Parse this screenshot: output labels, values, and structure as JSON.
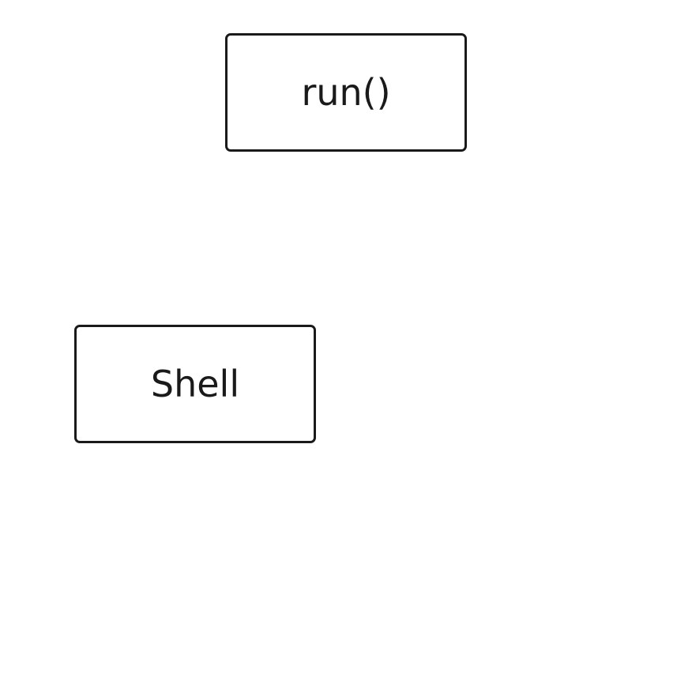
{
  "diagram": {
    "nodes": [
      {
        "id": "run",
        "label": "run()"
      },
      {
        "id": "shell",
        "label": "Shell"
      }
    ]
  }
}
